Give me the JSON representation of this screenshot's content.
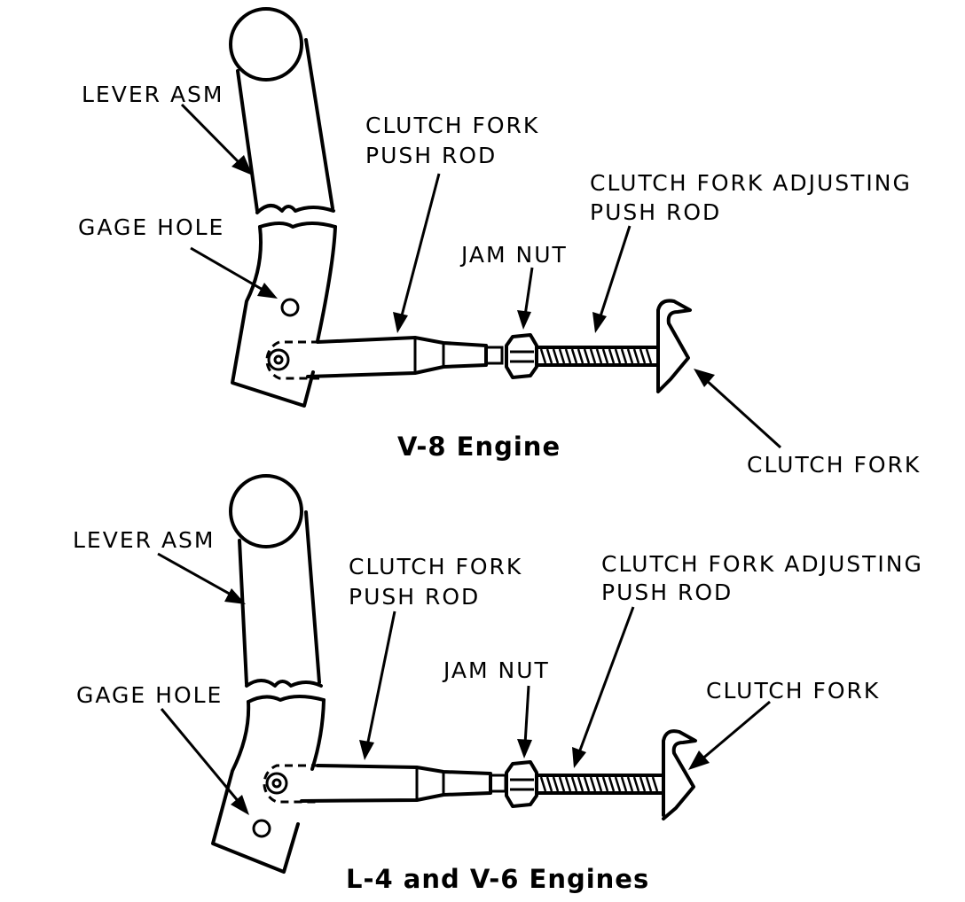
{
  "diagram": {
    "top": {
      "caption": "V-8 Engine",
      "labels": {
        "lever_asm": "LEVER ASM",
        "gage_hole": "GAGE HOLE",
        "push_rod_line1": "CLUTCH FORK",
        "push_rod_line2": "PUSH ROD",
        "adjusting_line1": "CLUTCH FORK ADJUSTING",
        "adjusting_line2": "PUSH ROD",
        "jam_nut": "JAM NUT",
        "clutch_fork": "CLUTCH FORK"
      }
    },
    "bottom": {
      "caption": "L-4 and V-6 Engines",
      "labels": {
        "lever_asm": "LEVER ASM",
        "gage_hole": "GAGE HOLE",
        "push_rod_line1": "CLUTCH FORK",
        "push_rod_line2": "PUSH ROD",
        "adjusting_line1": "CLUTCH FORK ADJUSTING",
        "adjusting_line2": "PUSH ROD",
        "jam_nut": "JAM NUT",
        "clutch_fork": "CLUTCH FORK"
      }
    }
  }
}
